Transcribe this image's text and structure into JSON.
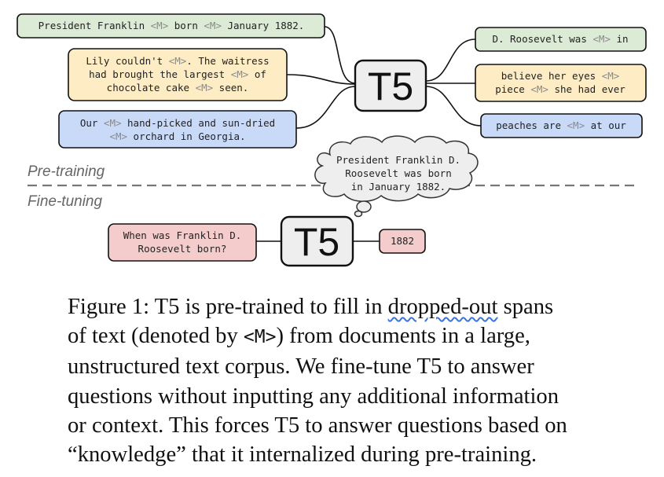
{
  "colors": {
    "green_fill": "#dcebd6",
    "yellow_fill": "#fdecc4",
    "blue_fill": "#c9daf8",
    "red_fill": "#f4cccc",
    "t5_fill": "#eeeeee",
    "mask_text": "#8a8a8a",
    "squiggle": "#3b73d9"
  },
  "diagram": {
    "pretraining_label": "Pre-training",
    "finetuning_label": "Fine-tuning",
    "t5_label": "T5",
    "mask_token": "<M>",
    "inputs": {
      "green": {
        "a": "President Franklin",
        "b": "born",
        "c": "January 1882."
      },
      "yellow": {
        "line1_a": "Lily couldn't",
        "line1_b": ". The waitress",
        "line2_a": "had brought the largest",
        "line2_b": "of",
        "line3_a": "chocolate cake",
        "line3_b": "seen."
      },
      "blue": {
        "line1_a": "Our",
        "line1_b": "hand-picked and sun-dried",
        "line2_b": "orchard in Georgia."
      }
    },
    "outputs": {
      "green": {
        "a": "D. Roosevelt was",
        "b": "in"
      },
      "yellow": {
        "line1_a": "believe her eyes",
        "line2_a": "piece",
        "line2_b": "she had ever"
      },
      "blue": {
        "a": "peaches are",
        "b": "at our"
      }
    },
    "thought": {
      "line1": "President Franklin D.",
      "line2": "Roosevelt was born",
      "line3": "in January 1882."
    },
    "question": {
      "line1": "When was Franklin D.",
      "line2": "Roosevelt born?"
    },
    "answer": "1882"
  },
  "caption": {
    "line1_a": "Figure 1: T5 is pre-trained to fill in ",
    "line1_b": "dropped-out",
    "line1_c": " spans",
    "line2_a": "of text (denoted by ",
    "line2_code": "<M>",
    "line2_b": ") from documents in a large,",
    "line3": "unstructured text corpus.  We fine-tune T5 to answer",
    "line4": "questions without inputting any additional information",
    "line5": "or context. This forces T5 to answer questions based on",
    "line6": "“knowledge” that it internalized during pre-training."
  }
}
